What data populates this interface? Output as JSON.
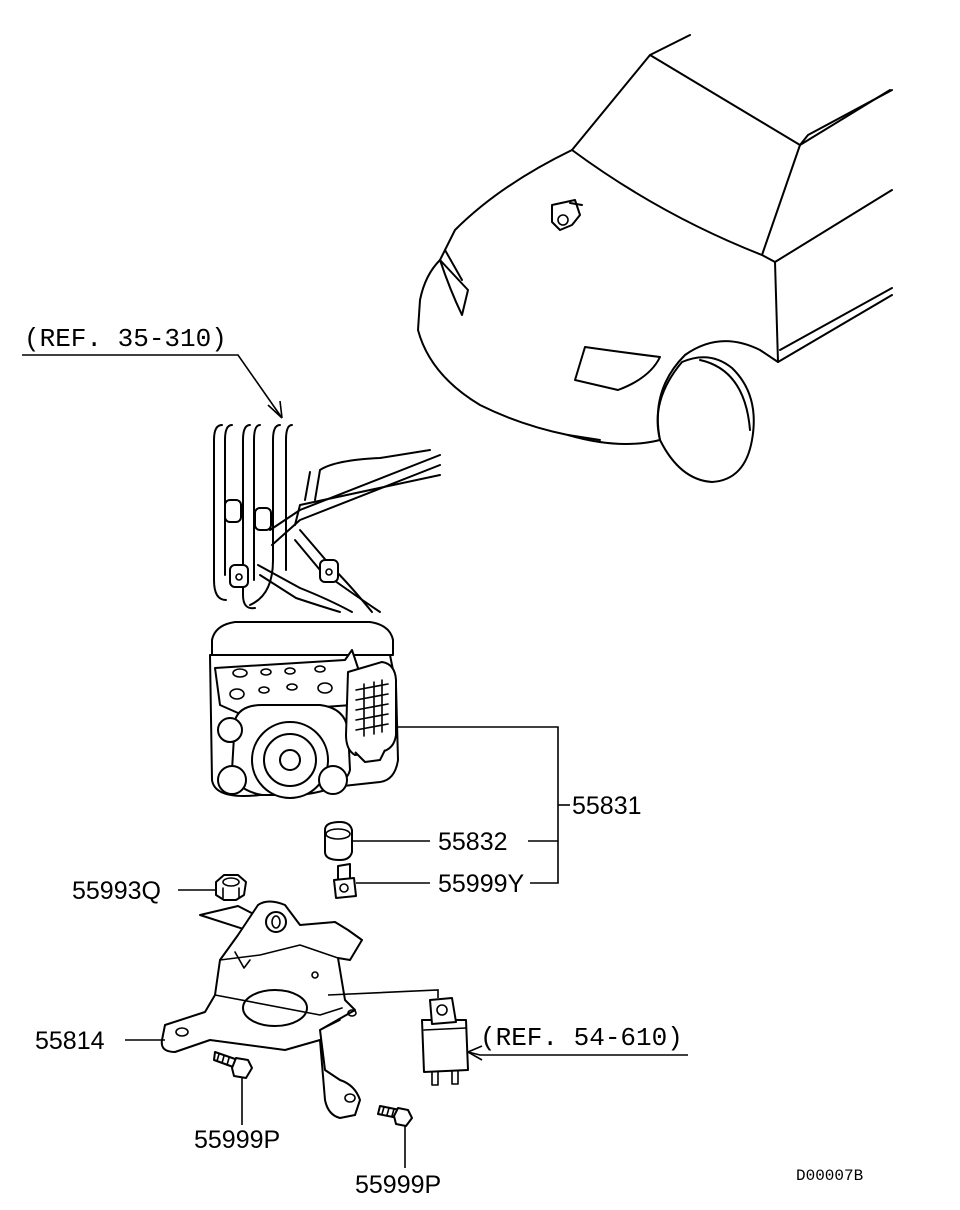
{
  "references": {
    "brake_lines": "(REF. 35-310)",
    "relay": "(REF. 54-610)"
  },
  "parts": {
    "hydraulic_unit": "55831",
    "connector_cap": "55832",
    "connector_pin": "55999Y",
    "nut": "55993Q",
    "bracket": "55814",
    "bolt_left": "55999P",
    "bolt_right": "55999P"
  },
  "diagram_code": "D00007B"
}
